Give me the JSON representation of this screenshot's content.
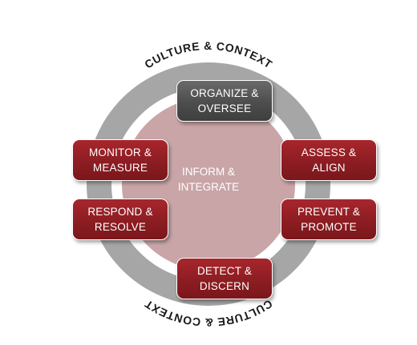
{
  "ring": {
    "top_text": "CULTURE & CONTEXT",
    "bottom_text": "CULTURE & CONTEXT"
  },
  "center": {
    "label": "INFORM &\nINTEGRATE"
  },
  "boxes": {
    "organize": "ORGANIZE &\nOVERSEE",
    "assess": "ASSESS &\nALIGN",
    "prevent": "PREVENT &\nPROMOTE",
    "detect": "DETECT &\nDISCERN",
    "respond": "RESPOND &\nRESOLVE",
    "monitor": "MONITOR &\nMEASURE"
  },
  "colors": {
    "ring": "#a6a6a6",
    "center_fill": "#c9a5a7",
    "box_red": "#8c1d22",
    "box_dark": "#4d4d4d"
  }
}
